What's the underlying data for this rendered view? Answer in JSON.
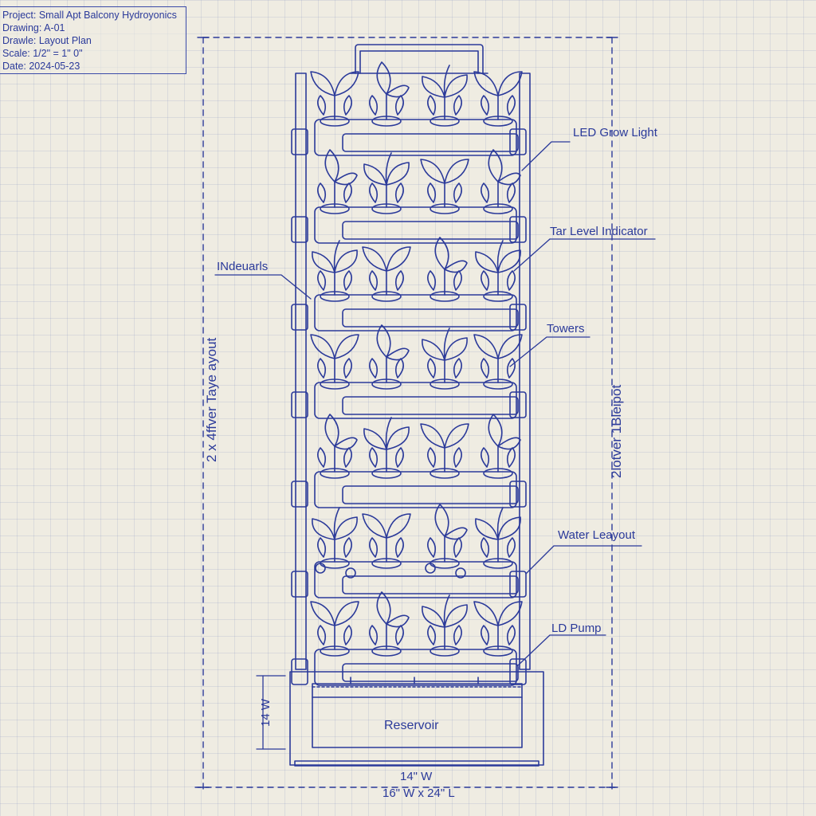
{
  "title_block": {
    "project": "Project: Small Apt Balcony Hydroyonics",
    "drawing": "Drawing: A-01",
    "drawn": "Drawle: Layout Plan",
    "scale": "Scale: 1/2\" = 1\" 0\"",
    "date": "Date: 2024-05-23"
  },
  "callouts": {
    "led": "LED Grow Light",
    "level": "Tar Level Indicator",
    "towers": "Towers",
    "water": "Water Leayout",
    "pump": "LD Pump",
    "left": "INdeuarls"
  },
  "dimensions": {
    "left_vertical": "2 x 4ffver Taye ayout",
    "right_vertical": "2lotver 1Bleipot",
    "height_small": "14 W",
    "width_inner": "14\" W",
    "width_outer": "16\" W x 24\" L"
  },
  "reservoir_label": "Reservoir",
  "colors": {
    "ink": "#2b3a9a",
    "paper": "#efece2",
    "grid": "#a9b4d4"
  }
}
